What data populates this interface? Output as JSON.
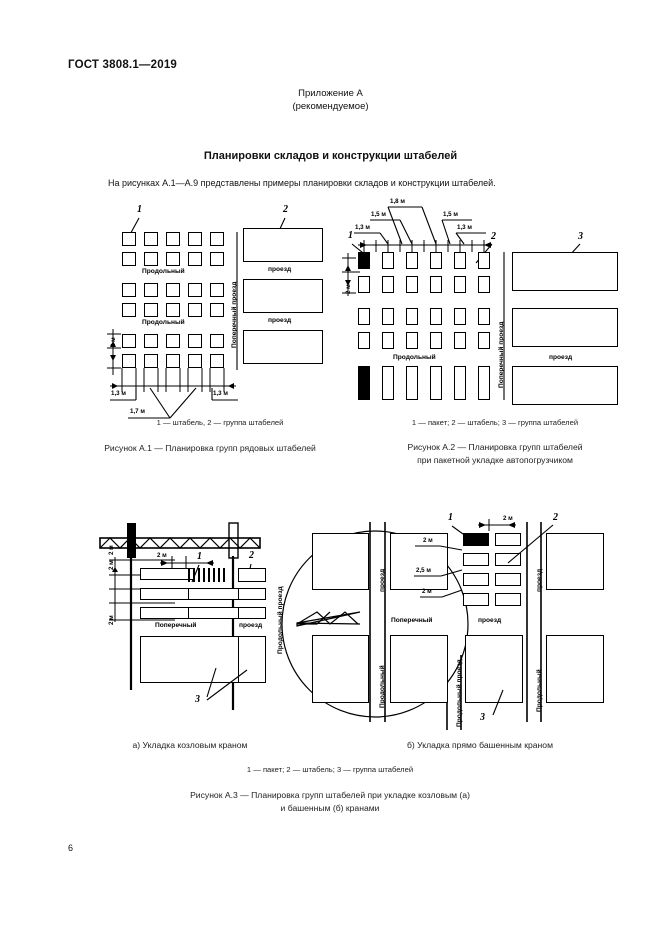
{
  "document": {
    "standard_header": "ГОСТ 3808.1—2019",
    "page_number": "6",
    "appendix_line1": "Приложение А",
    "appendix_line2": "(рекомендуемое)",
    "section_title": "Планировки складов и конструкции штабелей",
    "lead_paragraph": "На рисунках А.1—А.9 представлены примеры планировки складов и конструкции штабелей."
  },
  "figure_a1": {
    "key": "1 — штабель, 2 — группа штабелей",
    "caption": "Рисунок А.1 — Планировка групп рядовых штабелей",
    "callouts": {
      "one": "1",
      "two": "2"
    },
    "labels": {
      "longitudinal_1": "Продольный",
      "longitudinal_2": "Продольный",
      "transverse_vertical": "Поперечный проезд",
      "passage_1": "проезд",
      "passage_2": "проезд"
    },
    "dimensions": {
      "left_gap": "1,3 м",
      "right_gap": "1,3 м",
      "center_gap": "1,7 м",
      "vertical": "2 м"
    }
  },
  "figure_a2": {
    "key": "1 — пакет; 2 — штабель; 3 — группа штабелей",
    "caption_line1": "Рисунок А.2 — Планировка групп штабелей",
    "caption_line2": "при пакетной укладке автопогрузчиком",
    "callouts": {
      "one": "1",
      "two": "2",
      "three": "3"
    },
    "labels": {
      "longitudinal": "Продольный",
      "transverse_vertical": "Поперечный проезд",
      "passage": "проезд"
    },
    "dimensions": {
      "d1": "1,3 м",
      "d2": "1,5 м",
      "d3": "1,8 м",
      "d4": "1,5 м",
      "d5": "1,3 м",
      "vertical": "2 м"
    }
  },
  "figure_a3": {
    "sub_a": "а)  Укладка козловым краном",
    "sub_b": "б)  Укладка прямо башенным краном",
    "key": "1 — пакет; 2 — штабель; 3 — группа штабелей",
    "caption_line1": "Рисунок А.3 — Планировка групп штабелей при укладке козловым (а)",
    "caption_line2": "и башенным (б) кранами",
    "part_a": {
      "callouts": {
        "one": "1",
        "two": "2",
        "three": "3"
      },
      "labels": {
        "transverse": "Поперечный",
        "passage": "проезд",
        "longitudinal_vertical": "Продольный проезд"
      },
      "dimensions": {
        "horizontal": "2 м",
        "v1": "2 м",
        "v2": "2 м",
        "v3": "2 м"
      }
    },
    "part_b": {
      "callouts": {
        "one": "1",
        "two": "2",
        "three": "3"
      },
      "labels": {
        "transverse": "Поперечный",
        "passage_mid": "проезд",
        "passage_left_vertical": "проезд",
        "longitudinal_left_vertical": "Продольный",
        "passage_right_vertical": "проезд",
        "longitudinal_right_vertical": "Продольный",
        "longitudinal_center_vertical": "Продольный проезд"
      },
      "dimensions": {
        "top": "2 м",
        "d1": "2 м",
        "d2": "2,5 м",
        "d3": "2 м"
      }
    }
  },
  "colors": {
    "ink": "#000000",
    "paper": "#ffffff",
    "text": "#111111"
  }
}
